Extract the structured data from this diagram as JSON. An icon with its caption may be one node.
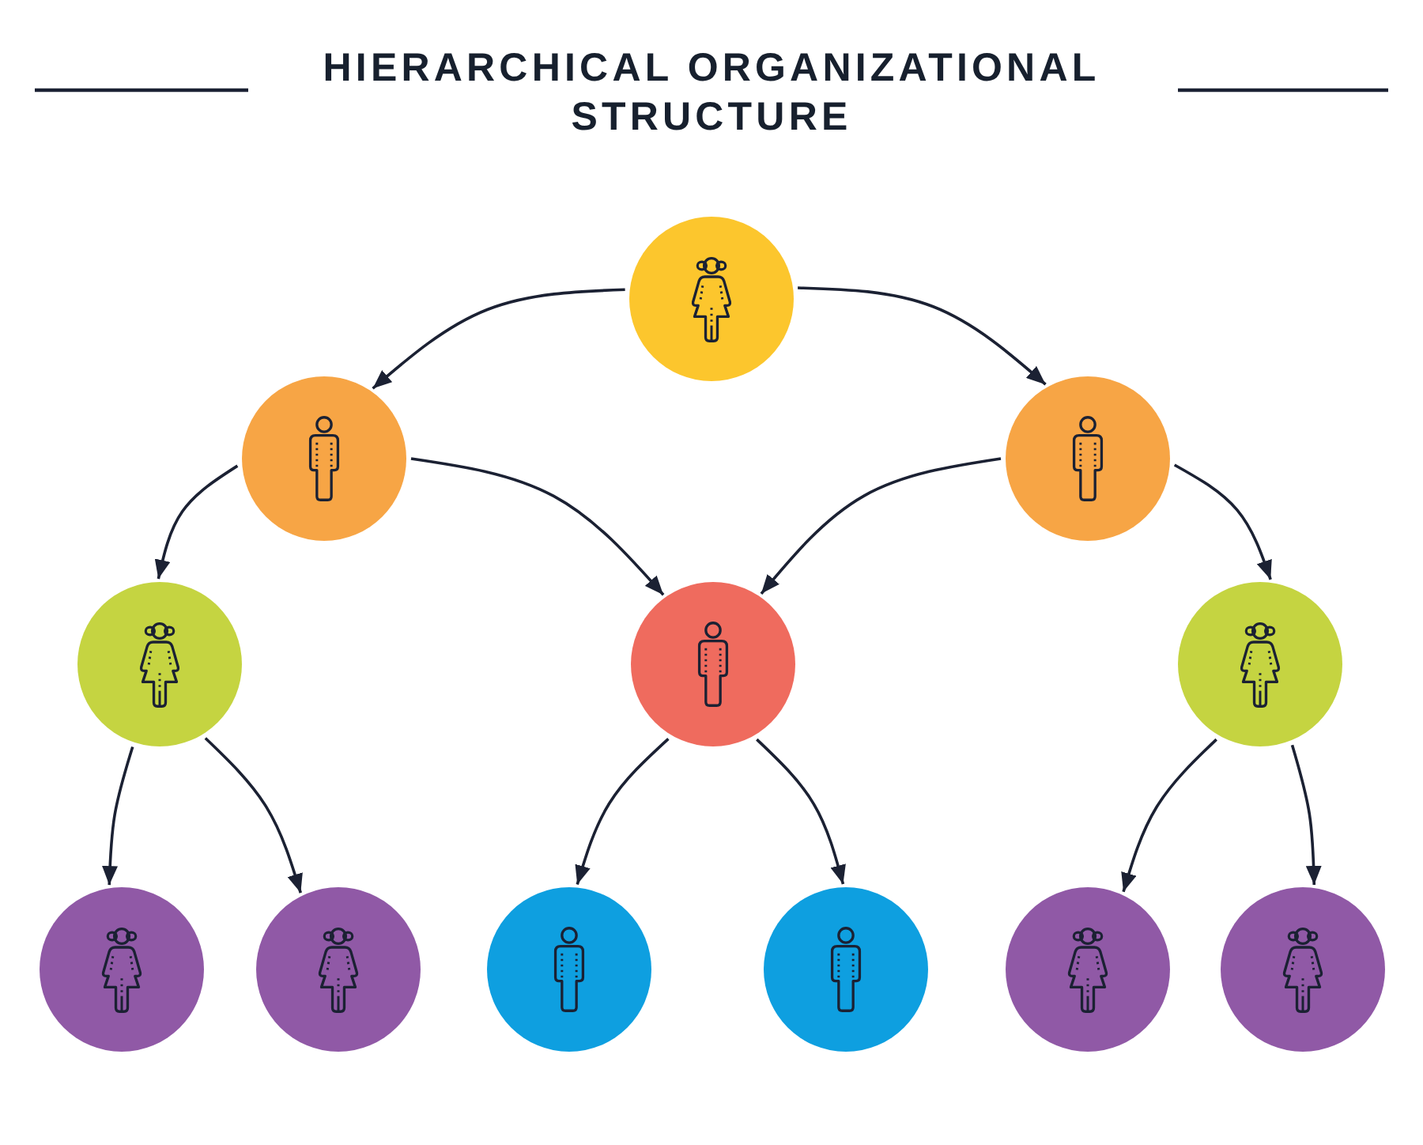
{
  "diagram": {
    "title": "HIERARCHICAL ORGANIZATIONAL STRUCTURE",
    "nodes": [
      {
        "text": [],
        "shape": "circle"
      },
      {
        "text": [],
        "shape": "circle"
      },
      {
        "text": [],
        "shape": "circle"
      },
      {
        "text": [],
        "shape": "circle"
      },
      {
        "text": [],
        "shape": "circle"
      },
      {
        "text": [],
        "shape": "circle"
      },
      {
        "text": [],
        "shape": "circle"
      },
      {
        "text": [],
        "shape": "circle"
      },
      {
        "text": [],
        "shape": "circle"
      },
      {
        "text": [],
        "shape": "circle"
      },
      {
        "text": [],
        "shape": "circle"
      },
      {
        "text": [],
        "shape": "circle"
      }
    ],
    "edges": [
      {
        "from": 0,
        "to": 1,
        "arrow": "to"
      },
      {
        "from": 0,
        "to": 2,
        "arrow": "to"
      },
      {
        "from": 1,
        "to": 3,
        "arrow": "to"
      },
      {
        "from": 1,
        "to": 4,
        "arrow": "to"
      },
      {
        "from": 2,
        "to": 4,
        "arrow": "to"
      },
      {
        "from": 2,
        "to": 5,
        "arrow": "to"
      },
      {
        "from": 3,
        "to": 6,
        "arrow": "to"
      },
      {
        "from": 3,
        "to": 7,
        "arrow": "to"
      },
      {
        "from": 4,
        "to": 8,
        "arrow": "to"
      },
      {
        "from": 4,
        "to": 9,
        "arrow": "to"
      },
      {
        "from": 5,
        "to": 10,
        "arrow": "to"
      },
      {
        "from": 5,
        "to": 11,
        "arrow": "to"
      }
    ]
  }
}
